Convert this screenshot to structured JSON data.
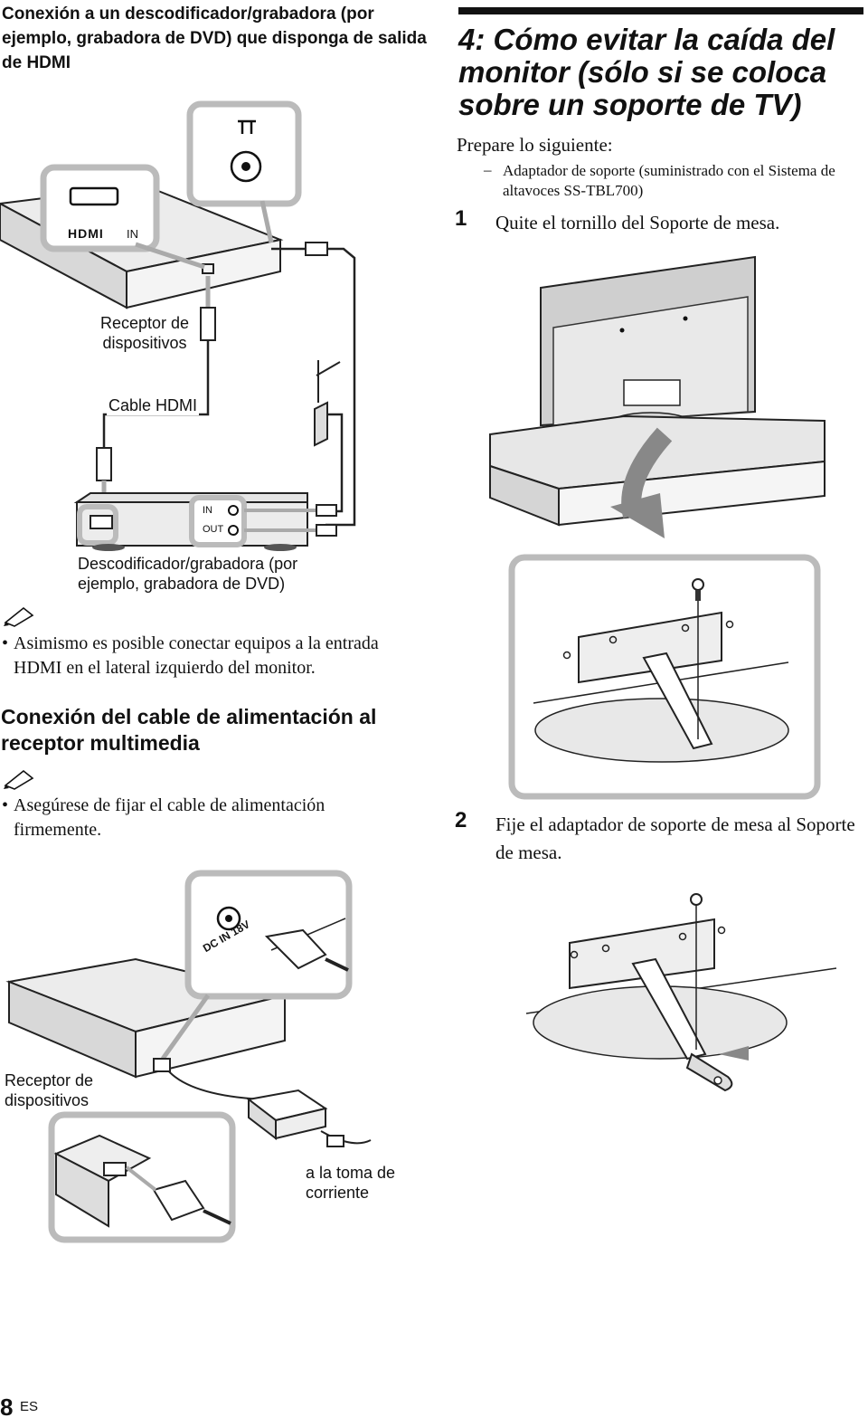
{
  "left_heading": "Conexión a un descodificador/grabadora (por ejemplo, grabadora de DVD) que disponga de salida de HDMI",
  "right_heading": "4: Cómo evitar la caída del monitor (sólo si se coloca sobre un soporte de TV)",
  "prepare": "Prepare lo siguiente:",
  "prepare_item_dash": "–",
  "prepare_item": "Adaptador de soporte (suministrado con el Sistema de altavoces SS-TBL700)",
  "diagram1": {
    "hdmi_logo": "HDMI",
    "hdmi_in": "IN",
    "receiver_label": "Receptor de dispositivos",
    "cable_label": "Cable HDMI",
    "port_in": "IN",
    "port_out": "OUT",
    "decoder_label": "Descodificador/grabadora (por ejemplo, grabadora de DVD)"
  },
  "note1": {
    "bullet": "•",
    "text": "Asimismo es posible conectar equipos a la entrada HDMI en el lateral izquierdo del monitor."
  },
  "power_heading": "Conexión del cable de alimentación al receptor multimedia",
  "note2": {
    "bullet": "•",
    "text": "Asegúrese de fijar el cable de alimentación firmemente."
  },
  "diagram2": {
    "dc_in": "DC IN 18V",
    "receiver_label": "Receptor de dispositivos",
    "outlet_label": "a la toma de corriente"
  },
  "steps": [
    {
      "num": "1",
      "text": "Quite el tornillo del Soporte de mesa."
    },
    {
      "num": "2",
      "text": "Fije el adaptador de soporte de mesa al Soporte de mesa."
    }
  ],
  "page_number": "8",
  "page_lang": "ES"
}
